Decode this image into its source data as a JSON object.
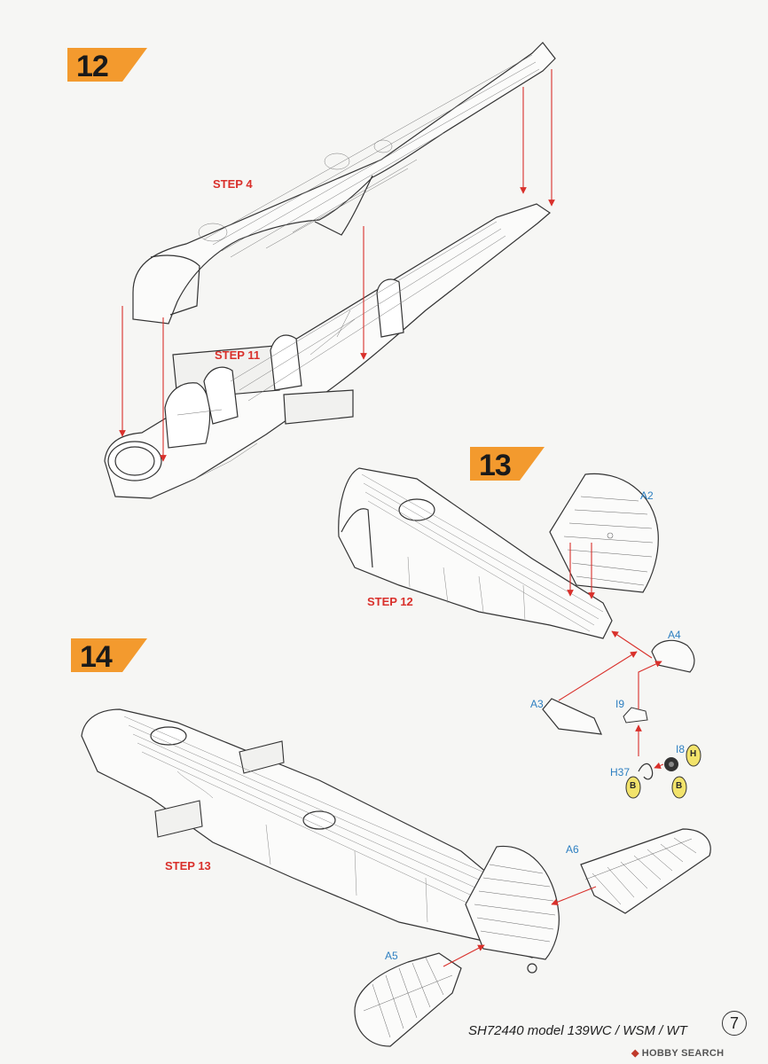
{
  "steps": [
    {
      "number": "12"
    },
    {
      "number": "13"
    },
    {
      "number": "14"
    }
  ],
  "step_refs": {
    "step4": "STEP 4",
    "step11": "STEP 11",
    "step12": "STEP 12",
    "step13": "STEP 13"
  },
  "parts": {
    "a2": "A2",
    "a4": "A4",
    "a3": "A3",
    "i9": "I9",
    "i8": "I8",
    "h37": "H37",
    "a6": "A6",
    "a5": "A5"
  },
  "paint_codes": {
    "h": "H",
    "b1": "B",
    "b2": "B"
  },
  "footer": {
    "model_text": "SH72440 model 139WC / WSM / WT",
    "page_number": "7"
  },
  "watermark": {
    "text": "HOBBY SEARCH"
  },
  "colors": {
    "badge_orange": "#f39a2e",
    "arrow_red": "#d9302b",
    "part_blue": "#2d7fc1",
    "paint_yellow": "#f2e36b"
  }
}
